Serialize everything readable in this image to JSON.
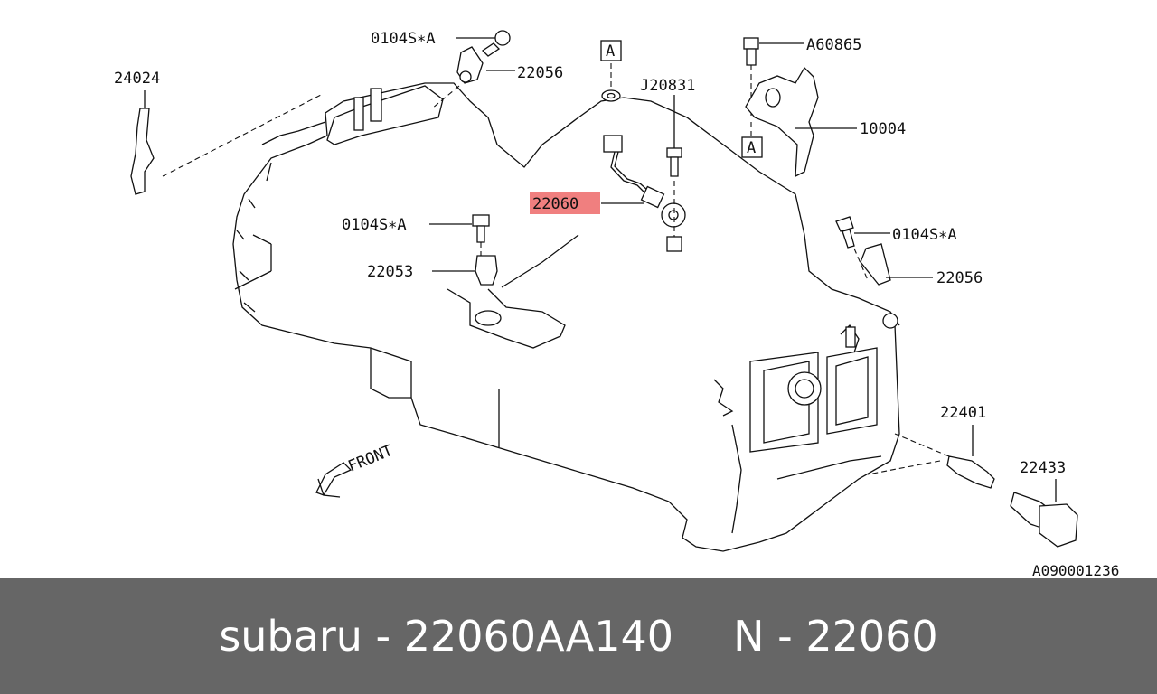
{
  "diagram": {
    "front_label": "FRONT",
    "reference_code": "A090001236",
    "callouts": {
      "c24024": "24024",
      "c0104_top": "0104S∗A",
      "c22056_top": "22056",
      "cA_top": "A",
      "cJ20831": "J20831",
      "cA60865": "A60865",
      "cA_mid": "A",
      "c10004": "10004",
      "c22060": "22060",
      "c0104_mid": "0104S∗A",
      "c22053": "22053",
      "c0104_right": "0104S∗A",
      "c22056_right": "22056",
      "c22401": "22401",
      "c22433": "22433"
    },
    "highlight_color": "#f07f7f"
  },
  "footer": {
    "brand_part": "subaru - 22060AA140",
    "n_part": "N - 22060"
  }
}
